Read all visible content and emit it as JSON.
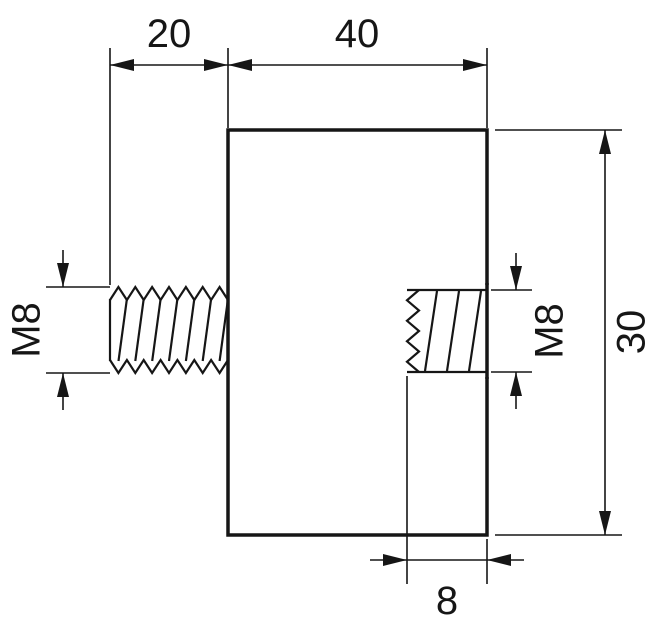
{
  "drawing": {
    "type": "technical-section-drawing",
    "part": "threaded standoff with external stud and internal thread",
    "labels": {
      "dim_stud_length": "20",
      "dim_body_width": "40",
      "dim_body_height": "30",
      "dim_hole_depth": "8",
      "thread_stud": "M8",
      "thread_hole": "M8"
    },
    "colors": {
      "line": "#161616",
      "hatch": "#b8b8b8",
      "background": "#ffffff"
    }
  }
}
